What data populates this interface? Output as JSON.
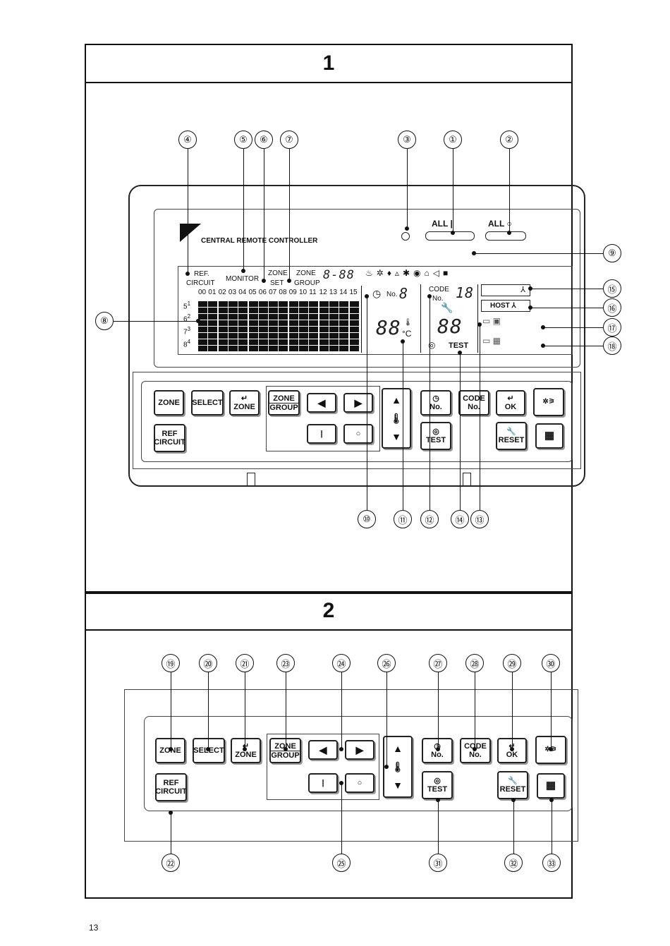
{
  "section1": {
    "number": "1"
  },
  "section2": {
    "number": "2"
  },
  "controller": {
    "brand": "DAIKIN",
    "name": "CENTRAL REMOTE CONTROLLER",
    "all_on_label": "ALL",
    "all_off_label": "ALL"
  },
  "lcd": {
    "ref_circuit_1": "REF.",
    "ref_circuit_2": "CIRCUIT",
    "monitor": "MONITOR",
    "zone_set_1": "ZONE",
    "zone_set_2": "SET",
    "zone_group_1": "ZONE",
    "zone_group_2": "GROUP",
    "group_seg": "8-88",
    "columns": [
      "00",
      "01",
      "02",
      "03",
      "04",
      "05",
      "06",
      "07",
      "08",
      "09",
      "10",
      "11",
      "12",
      "13",
      "14",
      "15"
    ],
    "rows": [
      [
        "5",
        "1"
      ],
      [
        "6",
        "2"
      ],
      [
        "7",
        "3"
      ],
      [
        "8",
        "4"
      ]
    ],
    "timer_no": "No.",
    "timer_seg": "8",
    "temp_seg": "88",
    "temp_unit": "°C",
    "code_1": "CODE",
    "code_2": "No.",
    "code_seg": "18",
    "error_seg": "88",
    "test": "TEST",
    "host": "HOST"
  },
  "buttons": {
    "zone": "ZONE",
    "select": "SELECT",
    "enter_zone": "ZONE",
    "zone_group_1": "ZONE",
    "zone_group_2": "GROUP",
    "timer_no": "No.",
    "code_no_1": "CODE",
    "code_no_2": "No.",
    "ok": "OK",
    "ref_circuit_1": "REF",
    "ref_circuit_2": "CIRCUIT",
    "test": "TEST",
    "reset": "RESET"
  },
  "callouts1": [
    "④",
    "⑤",
    "⑥",
    "⑦",
    "③",
    "①",
    "②",
    "⑨",
    "⑧",
    "⑮",
    "⑯",
    "⑰",
    "⑱",
    "⑩",
    "⑪",
    "⑫",
    "⑭",
    "⑬"
  ],
  "callouts2": [
    "⑲",
    "⑳",
    "㉑",
    "㉓",
    "㉔",
    "㉖",
    "㉗",
    "㉘",
    "㉙",
    "㉚",
    "㉒",
    "㉕",
    "㉛",
    "㉜",
    "㉝"
  ],
  "page_number": "13"
}
